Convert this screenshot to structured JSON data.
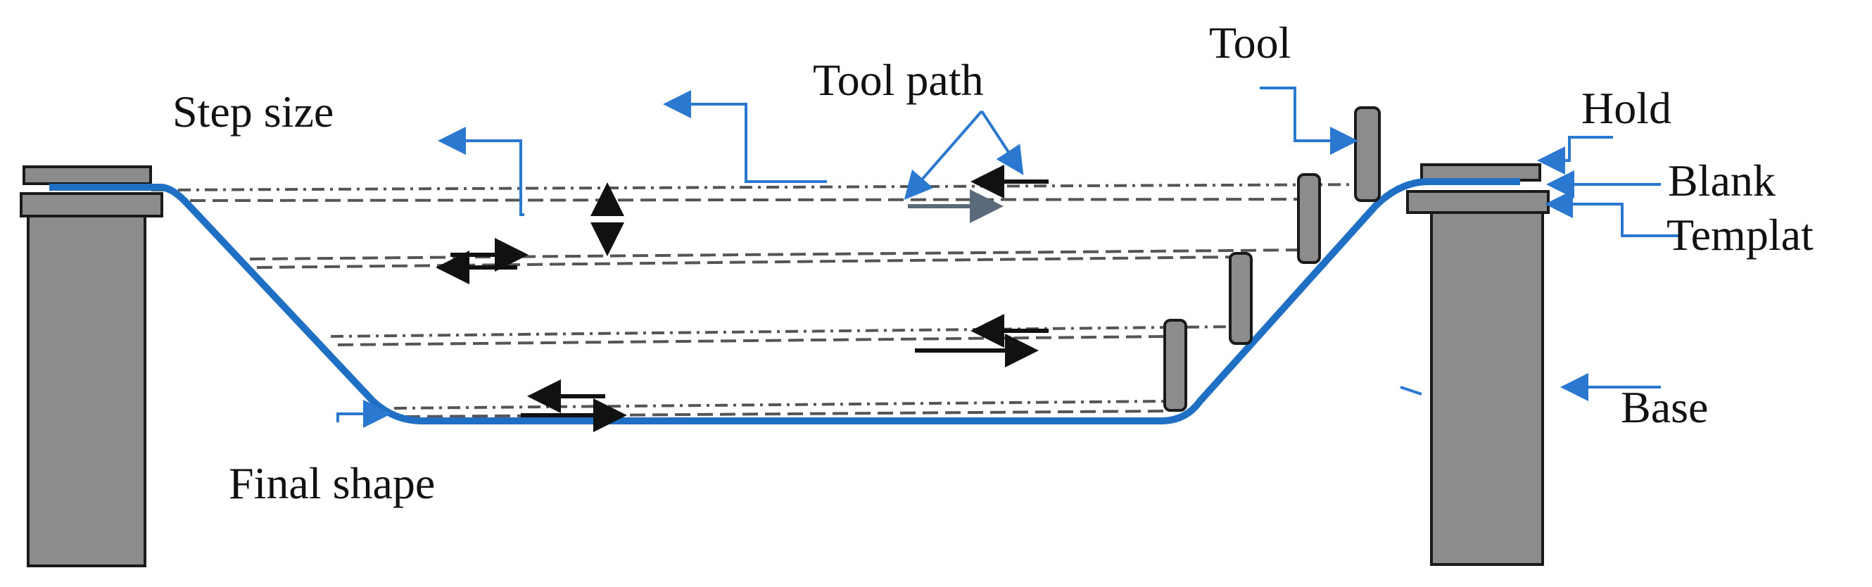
{
  "labels": {
    "step_size": "Step size",
    "tool_path": "Tool path",
    "tool": "Tool",
    "hold": "Hold",
    "blank": "Blank",
    "template": "Templat",
    "base": "Base",
    "final_shape": "Final shape"
  },
  "colors": {
    "blue_line": "#1f6fc4",
    "part_fill": "#8c8c8c",
    "part_stroke": "#1a1a1a",
    "path_line": "#555555",
    "arrow_black": "#111111",
    "blue_arrow": "#2a78d0"
  }
}
